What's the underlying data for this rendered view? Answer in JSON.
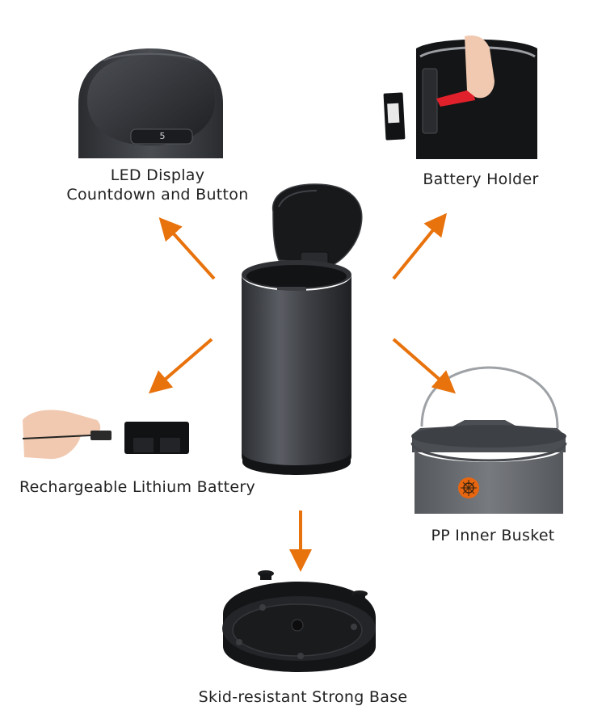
{
  "colors": {
    "arrow": "#e8720c",
    "product_dark": "#3a3d42",
    "product_black": "#1c1d20",
    "basket_grey": "#6b6e72",
    "accent_orange": "#e8660f"
  },
  "features": {
    "led_display": {
      "line1": "LED Display",
      "line2": "Countdown and Button",
      "panel_digit": "5"
    },
    "battery_holder": {
      "label": "Battery Holder"
    },
    "rechargeable_battery": {
      "label": "Rechargeable Lithium Battery"
    },
    "inner_basket": {
      "label": "PP Inner Busket"
    },
    "base": {
      "label": "Skid-resistant Strong Base"
    }
  },
  "icons": {
    "arrow": "arrow-icon",
    "hand": "hand-icon",
    "fan_logo": "fan-logo-icon"
  }
}
